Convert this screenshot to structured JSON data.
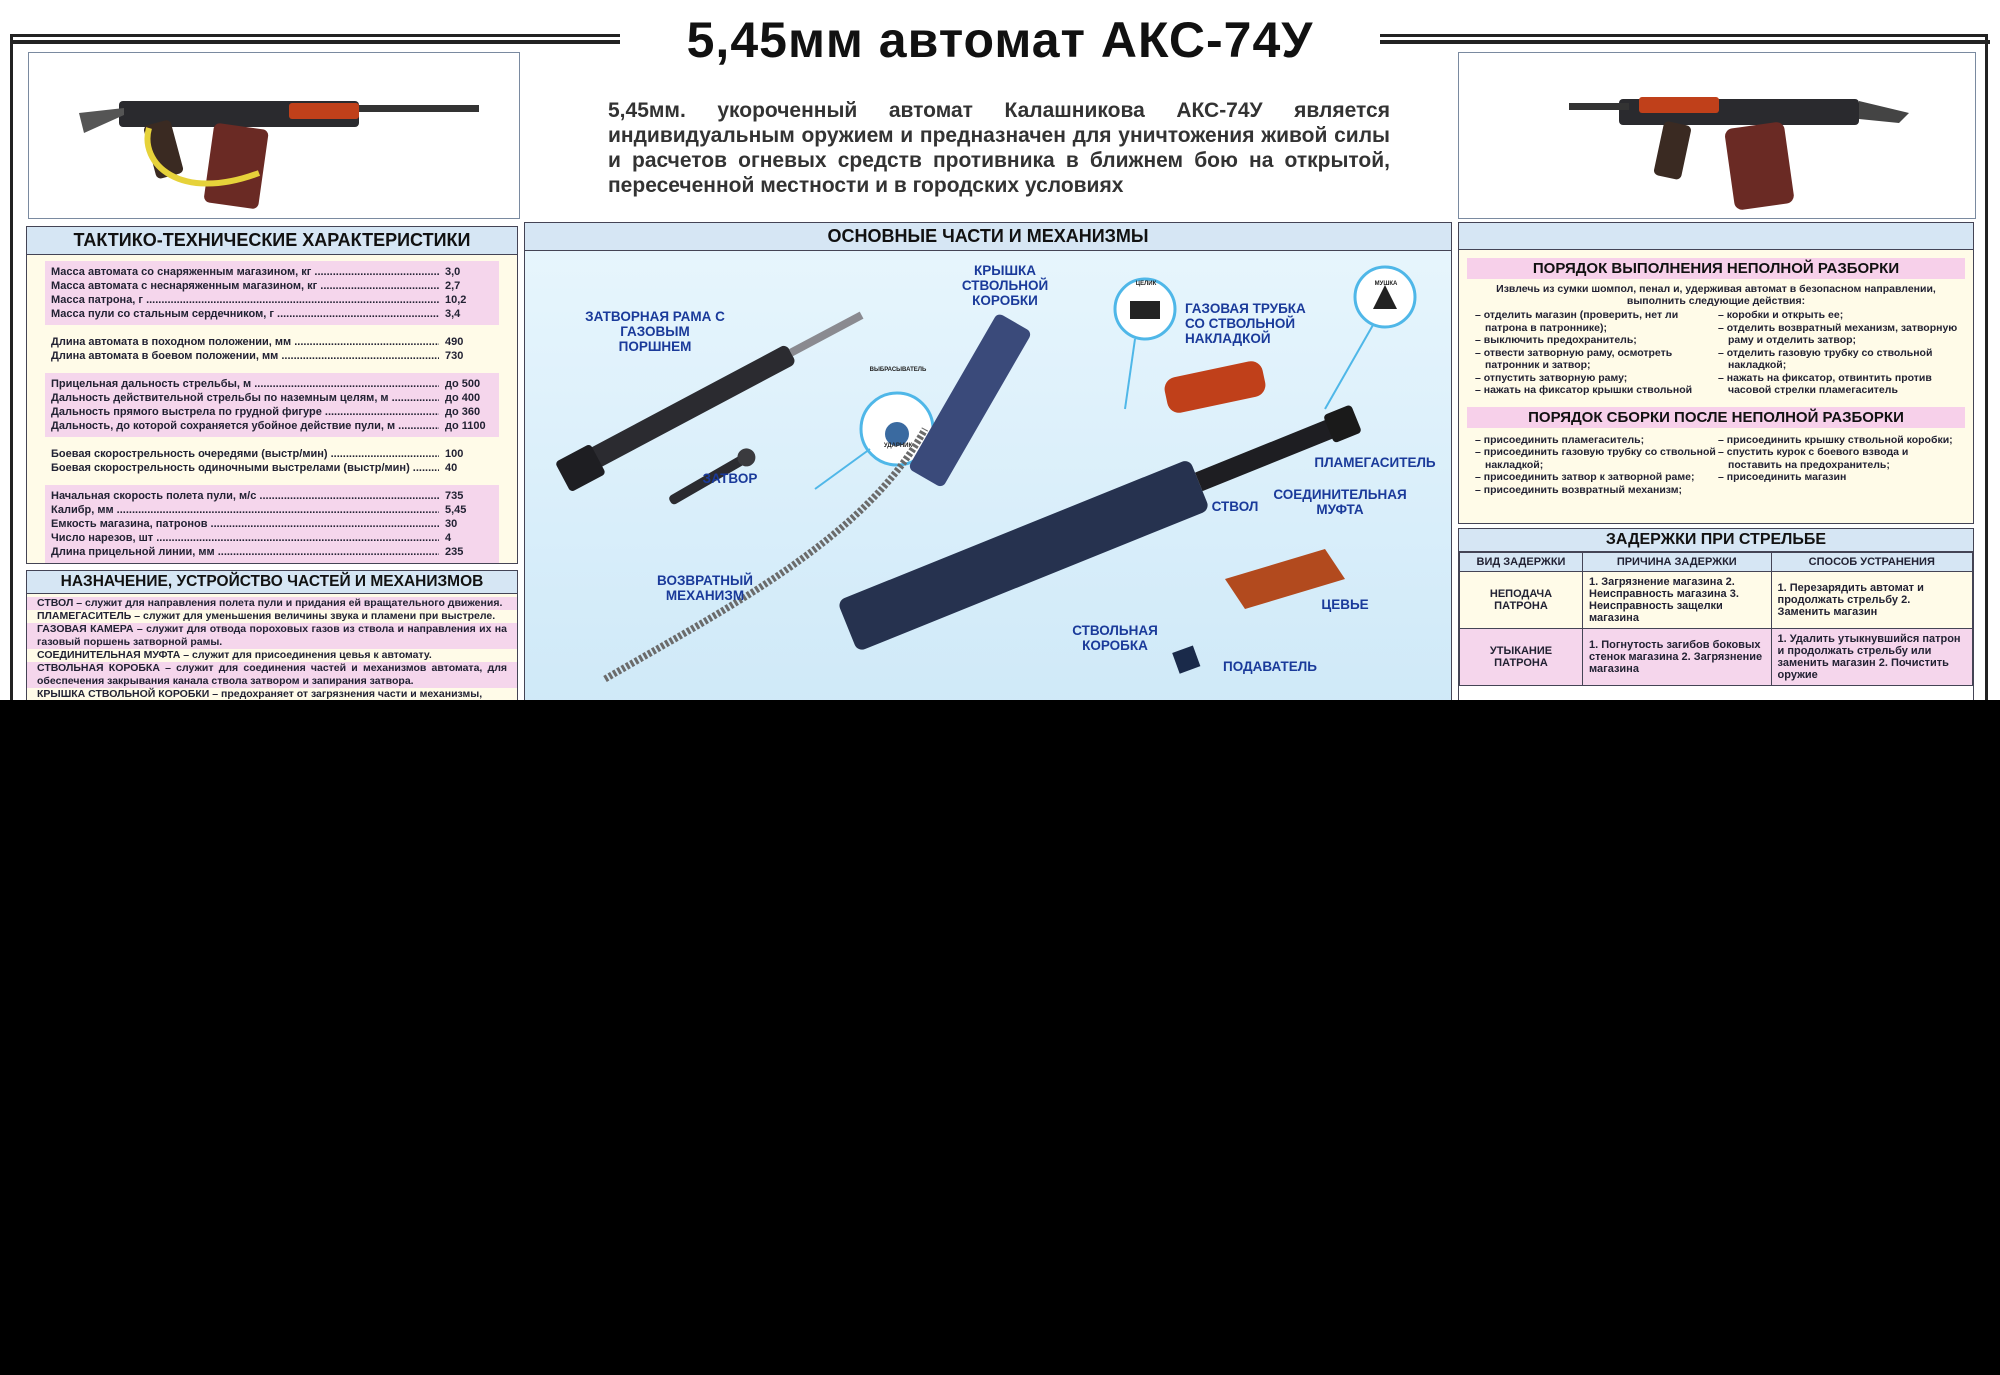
{
  "title": "5,45мм автомат АКС-74У",
  "intro": "5,45мм. укороченный автомат Калашникова АКС-74У является индивидуальным оружием и предназначен для уничтожения живой силы и расчетов огневых средств противника в ближнем бою на открытой, пересеченной местности и в городских условиях",
  "specs": {
    "heading": "ТАКТИКО-ТЕХНИЧЕСКИЕ ХАРАКТЕРИСТИКИ",
    "groups": [
      {
        "rows": [
          {
            "label": "Масса автомата со снаряженным магазином, кг",
            "value": "3,0"
          },
          {
            "label": "Масса автомата с неснаряженным магазином, кг",
            "value": "2,7"
          },
          {
            "label": "Масса патрона, г",
            "value": "10,2"
          },
          {
            "label": "Масса пули со стальным сердечником, г",
            "value": "3,4"
          }
        ]
      },
      {
        "rows": [
          {
            "label": "Длина автомата в походном положении, мм",
            "value": "490"
          },
          {
            "label": "Длина автомата в боевом положении, мм",
            "value": "730"
          }
        ]
      },
      {
        "rows": [
          {
            "label": "Прицельная дальность стрельбы, м",
            "value": "до 500"
          },
          {
            "label": "Дальность действительной стрельбы по наземным целям, м",
            "value": "до 400"
          },
          {
            "label": "Дальность прямого выстрела по грудной фигуре",
            "value": "до 360"
          },
          {
            "label": "Дальность, до которой сохраняется убойное действие пули, м",
            "value": "до 1100"
          }
        ]
      },
      {
        "rows": [
          {
            "label": "Боевая скорострельность очередями (выстр/мин)",
            "value": "100"
          },
          {
            "label": "Боевая скорострельность одиночными выстрелами (выстр/мин)",
            "value": "40"
          }
        ]
      },
      {
        "rows": [
          {
            "label": "Начальная скорость полета пули, м/с",
            "value": "735"
          },
          {
            "label": "Калибр, мм",
            "value": "5,45"
          },
          {
            "label": "Емкость магазина, патронов",
            "value": "30"
          },
          {
            "label": "Число нарезов, шт",
            "value": "4"
          },
          {
            "label": "Длина прицельной линии, мм",
            "value": "235"
          }
        ]
      }
    ]
  },
  "purpose": {
    "heading": "НАЗНАЧЕНИЕ, УСТРОЙСТВО ЧАСТЕЙ И МЕХАНИЗМОВ",
    "lines": [
      "СТВОЛ – служит для направления полета пули и придания ей вращательного движения.",
      "ПЛАМЕГАСИТЕЛЬ – служит для уменьшения величины звука и пламени при выстреле.",
      "ГАЗОВАЯ КАМЕРА – служит для отвода пороховых газов из ствола и направления их на газовый поршень затворной рамы.",
      "СОЕДИНИТЕЛЬНАЯ МУФТА – служит для присоединения цевья к автомату.",
      "СТВОЛЬНАЯ КОРОБКА – служит для соединения частей и механизмов автомата, для обеспечения закрывания канала ствола затвором и запирания затвора.",
      "КРЫШКА СТВОЛЬНОЙ КОРОБКИ – предохраняет от загрязнения части и механизмы,"
    ]
  },
  "parts": {
    "heading": "ОСНОВНЫЕ ЧАСТИ И МЕХАНИЗМЫ",
    "labels": {
      "bolt_carrier": "ЗАТВОРНАЯ РАМА С ГАЗОВЫМ ПОРШНЕМ",
      "bolt": "ЗАТВОР",
      "receiver_cover": "КРЫШКА СТВОЛЬНОЙ КОРОБКИ",
      "gas_tube": "ГАЗОВАЯ ТРУБКА СО СТВОЛЬНОЙ НАКЛАДКОЙ",
      "flash_hider": "ПЛАМЕГАСИТЕЛЬ",
      "coupling": "СОЕДИНИТЕЛЬНАЯ МУФТА",
      "barrel": "СТВОЛ",
      "return_spring": "ВОЗВРАТНЫЙ МЕХАНИЗМ",
      "handguard": "ЦЕВЬЕ",
      "receiver": "СТВОЛЬНАЯ КОРОБКА",
      "follower": "ПОДАВАТЕЛЬ",
      "extractor": "ВЫБРАСЫВАТЕЛЬ",
      "firing_pin": "УДАРНИК",
      "rear_sight": "ЦЕЛИК",
      "front_sight": "МУШКА"
    }
  },
  "disassembly": {
    "heading": "ПОРЯДОК ВЫПОЛНЕНИЯ НЕПОЛНОЙ РАЗБОРКИ",
    "intro": "Извлечь из сумки шомпол, пенал и, удерживая автомат в безопасном направлении, выполнить следующие действия:",
    "left": [
      "отделить магазин (проверить, нет ли патрона в патроннике);",
      "выключить предохранитель;",
      "отвести затворную раму, осмотреть патронник и затвор;",
      "отпустить затворную раму;",
      "нажать на фиксатор крышки ствольной"
    ],
    "right": [
      "коробки и открыть ее;",
      "отделить возвратный механизм, затворную раму и отделить затвор;",
      "отделить газовую трубку со ствольной накладкой;",
      "нажать на фиксатор, отвинтить против часовой стрелки пламегаситель"
    ]
  },
  "assembly": {
    "heading": "ПОРЯДОК СБОРКИ ПОСЛЕ НЕПОЛНОЙ РАЗБОРКИ",
    "left": [
      "присоединить пламегаситель;",
      "присоединить газовую трубку со ствольной накладкой;",
      "присоединить затвор к затворной раме;",
      "присоединить возвратный механизм;"
    ],
    "right": [
      "присоединить крышку ствольной коробки;",
      "спустить курок с боевого взвода и поставить на предохранитель;",
      "присоединить магазин"
    ]
  },
  "delays": {
    "heading": "ЗАДЕРЖКИ ПРИ СТРЕЛЬБЕ",
    "columns": [
      "ВИД ЗАДЕРЖКИ",
      "ПРИЧИНА ЗАДЕРЖКИ",
      "СПОСОБ УСТРАНЕНИЯ"
    ],
    "rows": [
      {
        "type": "НЕПОДАЧА ПАТРОНА",
        "cause": "1. Загрязнение магазина 2. Неисправность магазина 3. Неисправность защелки магазина",
        "fix": "1. Перезарядить автомат и продолжать стрельбу 2. Заменить магазин"
      },
      {
        "type": "УТЫКАНИЕ ПАТРОНА",
        "cause": "1. Погнутость загибов боковых стенок магазина 2. Загрязнение магазина",
        "fix": "1. Удалить утыкнувшийся патрон и продолжать стрельбу или заменить магазин 2. Почистить оружие"
      }
    ]
  },
  "colors": {
    "accent_blue": "#1a3a9a",
    "pink_band": "#f5d6ec",
    "header_blue": "#d6e6f4",
    "wood": "#c0401a"
  }
}
